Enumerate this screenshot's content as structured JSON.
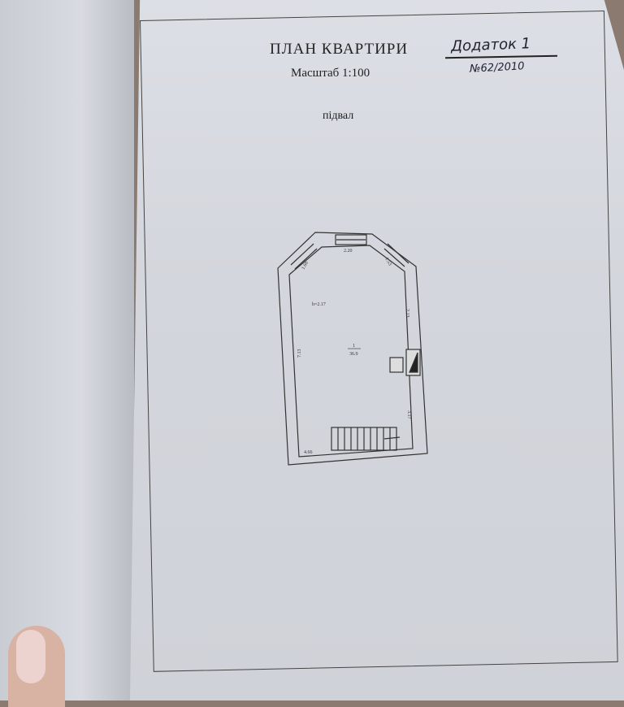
{
  "document": {
    "title": "ПЛАН КВАРТИРИ",
    "scale": "Масштаб 1:100",
    "floor": "підвал",
    "annex_handwritten": "Додаток 1",
    "number_handwritten": "№62/2010"
  },
  "plan": {
    "height_label": "h=2.17",
    "room_number": "1",
    "room_area": "36.9",
    "dimensions": {
      "top": "2.20",
      "top_left_diagonal": "1.68",
      "top_right_diagonal": "1.53",
      "left": "7.13",
      "right_upper": "2.13",
      "right_lower": "3.17",
      "bottom": "4.66"
    }
  }
}
